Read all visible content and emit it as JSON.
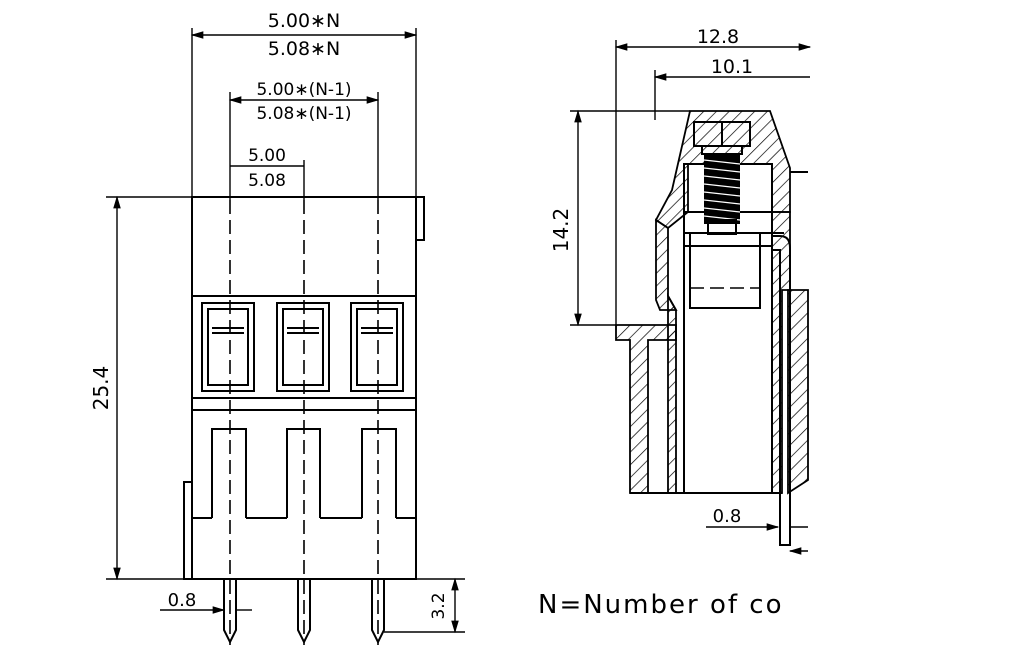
{
  "front_view": {
    "dim_total_a": "5.00∗N",
    "dim_total_b": "5.08∗N",
    "dim_span_a": "5.00∗(N-1)",
    "dim_span_b": "5.08∗(N-1)",
    "dim_pitch_a": "5.00",
    "dim_pitch_b": "5.08",
    "dim_height": "25.4",
    "dim_pin_width": "0.8",
    "dim_pin_length": "3.2"
  },
  "side_view": {
    "dim_depth_total": "12.8",
    "dim_depth_body": "10.1",
    "dim_height": "14.2",
    "dim_pin_width": "0.8"
  },
  "note": "N=Number of co"
}
